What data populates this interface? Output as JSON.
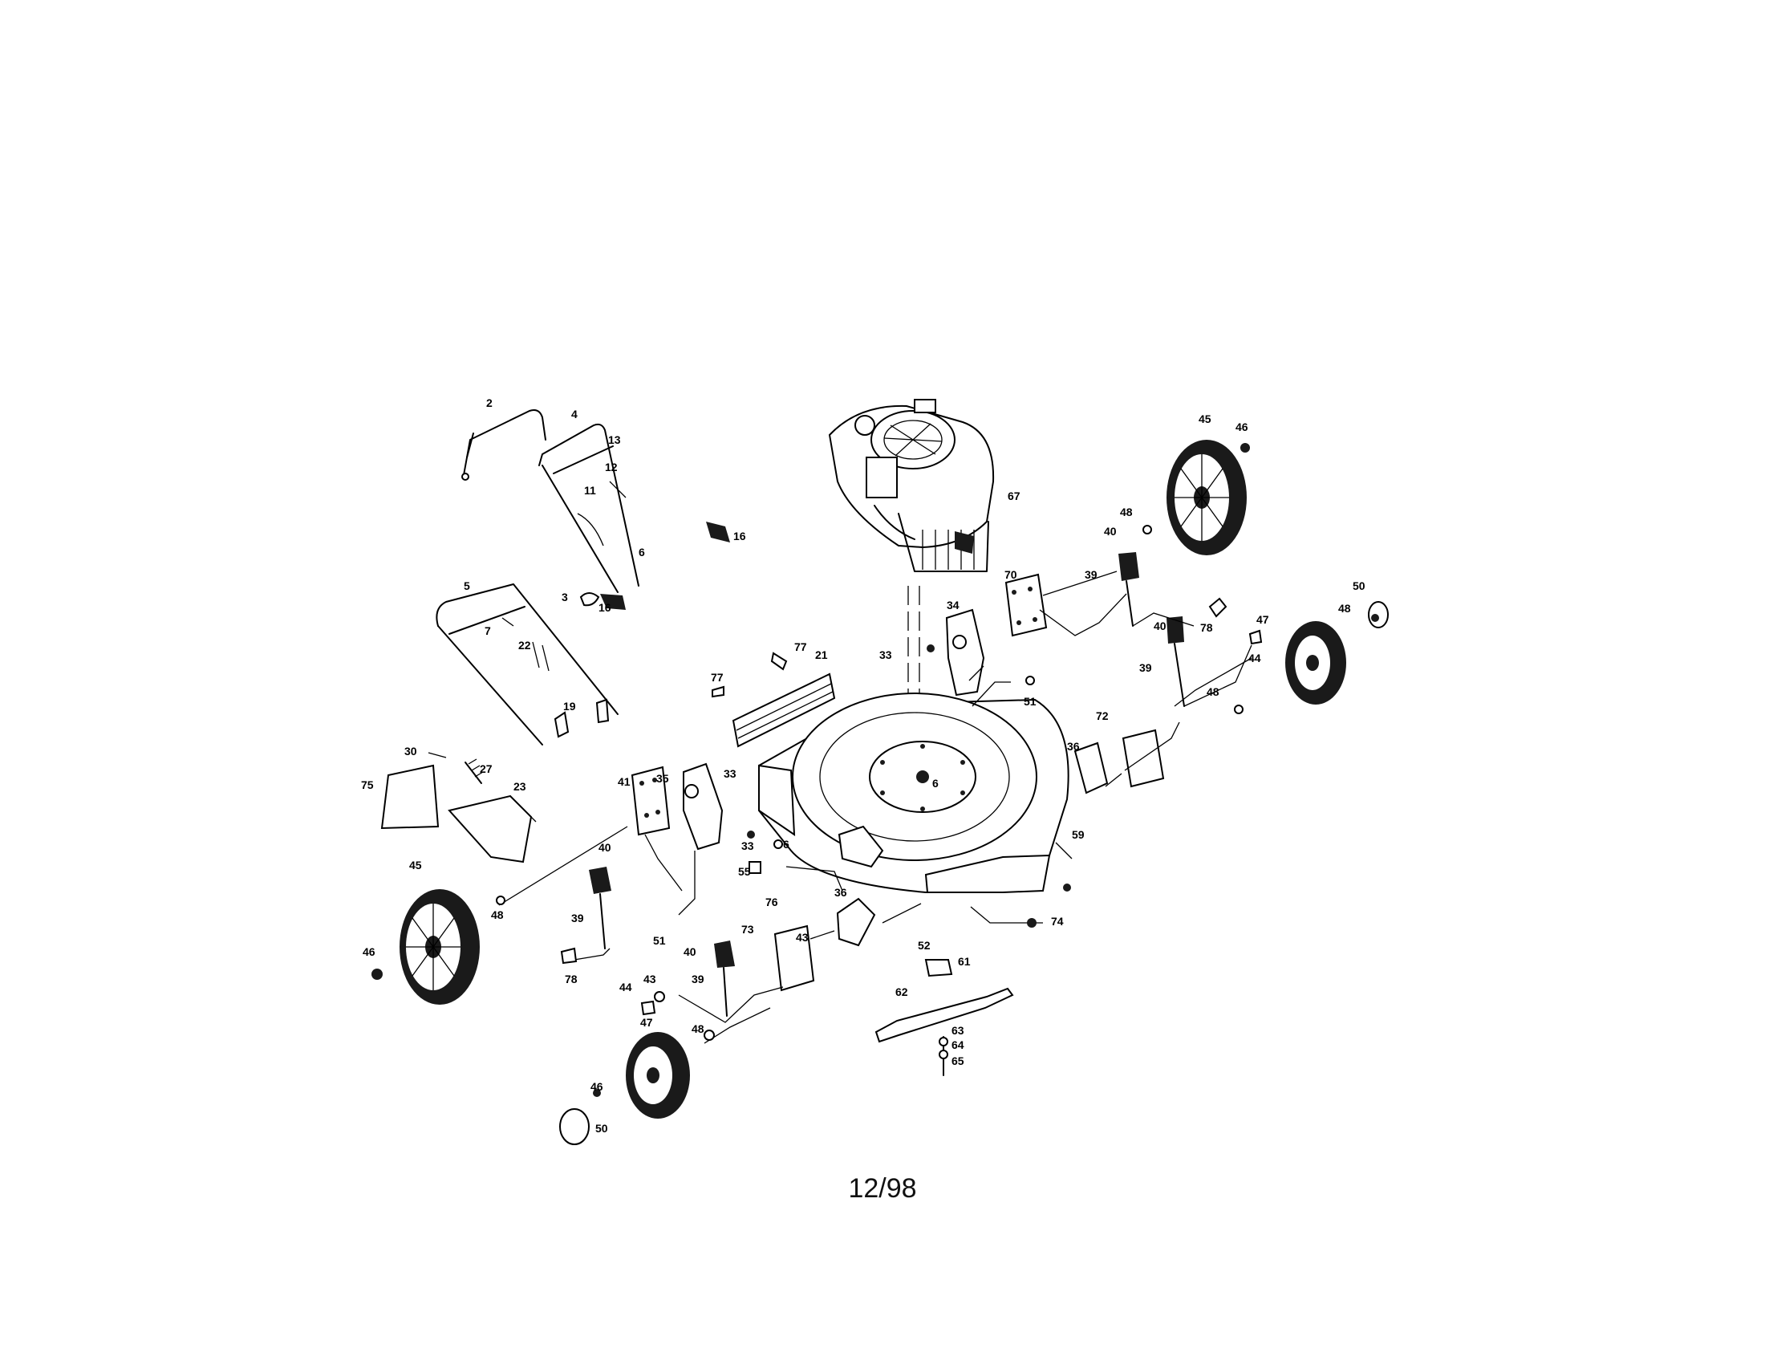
{
  "caption": "12/98",
  "callouts": [
    {
      "id": "c-2",
      "text": "2"
    },
    {
      "id": "c-4",
      "text": "4"
    },
    {
      "id": "c-13",
      "text": "13"
    },
    {
      "id": "c-12",
      "text": "12"
    },
    {
      "id": "c-11",
      "text": "11"
    },
    {
      "id": "c-16a",
      "text": "16"
    },
    {
      "id": "c-6a",
      "text": "6"
    },
    {
      "id": "c-3",
      "text": "3"
    },
    {
      "id": "c-16b",
      "text": "16"
    },
    {
      "id": "c-5",
      "text": "5"
    },
    {
      "id": "c-7",
      "text": "7"
    },
    {
      "id": "c-22",
      "text": "22"
    },
    {
      "id": "c-19",
      "text": "19"
    },
    {
      "id": "c-30",
      "text": "30"
    },
    {
      "id": "c-27",
      "text": "27"
    },
    {
      "id": "c-75",
      "text": "75"
    },
    {
      "id": "c-23",
      "text": "23"
    },
    {
      "id": "c-45a",
      "text": "45"
    },
    {
      "id": "c-48a",
      "text": "48"
    },
    {
      "id": "c-46a",
      "text": "46"
    },
    {
      "id": "c-41",
      "text": "41"
    },
    {
      "id": "c-40a",
      "text": "40"
    },
    {
      "id": "c-39a",
      "text": "39"
    },
    {
      "id": "c-78a",
      "text": "78"
    },
    {
      "id": "c-51a",
      "text": "51"
    },
    {
      "id": "c-35",
      "text": "35"
    },
    {
      "id": "c-33a",
      "text": "33"
    },
    {
      "id": "c-33b",
      "text": "33"
    },
    {
      "id": "c-6b",
      "text": "6"
    },
    {
      "id": "c-55",
      "text": "55"
    },
    {
      "id": "c-76",
      "text": "76"
    },
    {
      "id": "c-77a",
      "text": "77"
    },
    {
      "id": "c-77b",
      "text": "77"
    },
    {
      "id": "c-21",
      "text": "21"
    },
    {
      "id": "c-6c",
      "text": "6"
    },
    {
      "id": "c-67",
      "text": "67"
    },
    {
      "id": "c-45b",
      "text": "45"
    },
    {
      "id": "c-46b",
      "text": "46"
    },
    {
      "id": "c-48b",
      "text": "48"
    },
    {
      "id": "c-40b",
      "text": "40"
    },
    {
      "id": "c-39b",
      "text": "39"
    },
    {
      "id": "c-70",
      "text": "70"
    },
    {
      "id": "c-78b",
      "text": "78"
    },
    {
      "id": "c-34",
      "text": "34"
    },
    {
      "id": "c-33c",
      "text": "33"
    },
    {
      "id": "c-51b",
      "text": "51"
    },
    {
      "id": "c-50a",
      "text": "50"
    },
    {
      "id": "c-48c",
      "text": "48"
    },
    {
      "id": "c-47a",
      "text": "47"
    },
    {
      "id": "c-44a",
      "text": "44"
    },
    {
      "id": "c-40c",
      "text": "40"
    },
    {
      "id": "c-39c",
      "text": "39"
    },
    {
      "id": "c-48d",
      "text": "48"
    },
    {
      "id": "c-72",
      "text": "72"
    },
    {
      "id": "c-36a",
      "text": "36"
    },
    {
      "id": "c-59",
      "text": "59"
    },
    {
      "id": "c-74",
      "text": "74"
    },
    {
      "id": "c-36b",
      "text": "36"
    },
    {
      "id": "c-52",
      "text": "52"
    },
    {
      "id": "c-61",
      "text": "61"
    },
    {
      "id": "c-62",
      "text": "62"
    },
    {
      "id": "c-63",
      "text": "63"
    },
    {
      "id": "c-64",
      "text": "64"
    },
    {
      "id": "c-65",
      "text": "65"
    },
    {
      "id": "c-73",
      "text": "73"
    },
    {
      "id": "c-43a",
      "text": "43"
    },
    {
      "id": "c-40d",
      "text": "40"
    },
    {
      "id": "c-39d",
      "text": "39"
    },
    {
      "id": "c-43b",
      "text": "43"
    },
    {
      "id": "c-44b",
      "text": "44"
    },
    {
      "id": "c-48e",
      "text": "48"
    },
    {
      "id": "c-47b",
      "text": "47"
    },
    {
      "id": "c-46c",
      "text": "46"
    },
    {
      "id": "c-50b",
      "text": "50"
    }
  ]
}
